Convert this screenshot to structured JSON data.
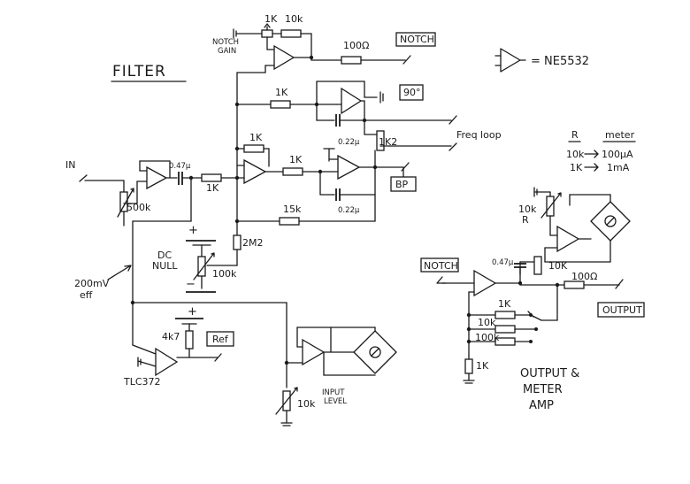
{
  "title": "FILTER",
  "legend": {
    "equals": "= NE5532"
  },
  "labels": {
    "in": "IN",
    "r500k": "500k",
    "c047_in": "0.47μ",
    "r1k_in": "1K",
    "notch_gain_1k": "1K",
    "notch_gain_10k": "10k",
    "notch_gain": "NOTCH\nGAIN",
    "r100_notch": "100Ω",
    "notch": "NOTCH",
    "r1k_90": "1K",
    "deg90": "90°",
    "c022_top": "0.22μ",
    "r1k2": "1K2",
    "freq_loop": "Freq loop",
    "r1k_sum": "1K",
    "r1k_int": "1K",
    "c022_bot": "0.22μ",
    "bp": "BP",
    "r15k": "15k",
    "dc_null": "DC\nNULL",
    "r2m2": "2M2",
    "r100k_null": "100k",
    "plus": "+",
    "minus": "−",
    "mv200": "200mV\neff",
    "r4k7": "4k7",
    "ref": "Ref",
    "tlc372": "TLC372",
    "r10k_input": "10k",
    "input_level": "INPUT\nLEVEL",
    "r_col": "R",
    "meter_col": "meter",
    "r10k_meter": "10k",
    "m100ua": "100μA",
    "r1k_meter": "1K",
    "m1ma": "1mA",
    "r10k_r": "10k\nR",
    "c047_out": "0.47μ",
    "r10k_out": "10K",
    "notch_in": "NOTCH",
    "r100_out": "100Ω",
    "output": "OUTPUT",
    "r1k_a": "1K",
    "r10k_b": "10k",
    "r100k_c": "100k",
    "r1k_gnd": "1K",
    "output_meter_amp": "OUTPUT &\nMETER\nAMP"
  }
}
